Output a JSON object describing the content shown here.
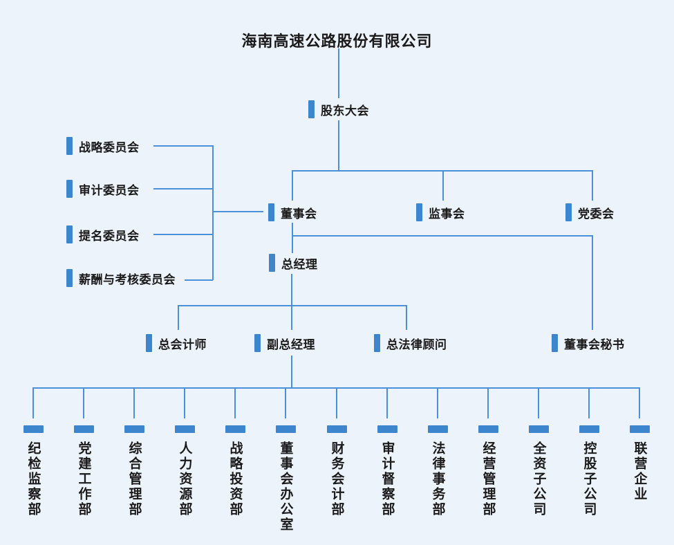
{
  "title": "海南高速公路股份有限公司",
  "colors": {
    "background": "#edf3fa",
    "accent_bar": "#3d86cd",
    "connector_line": "#4a90d9",
    "text": "#1a1a1a"
  },
  "nodes": {
    "shareholders_meeting": "股东大会",
    "board_of_directors": "董事会",
    "supervisory_board": "监事会",
    "party_committee": "党委会",
    "general_manager": "总经理",
    "chief_accountant": "总会计师",
    "deputy_general_manager": "副总经理",
    "chief_legal_counsel": "总法律顾问",
    "board_secretary": "董事会秘书"
  },
  "committees": [
    "战略委员会",
    "审计委员会",
    "提名委员会",
    "薪酬与考核委员会"
  ],
  "departments": [
    "纪检监察部",
    "党建工作部",
    "综合管理部",
    "人力资源部",
    "战略投资部",
    "董事会办公室",
    "财务会计部",
    "审计督察部",
    "法律事务部",
    "经营管理部",
    "全资子公司",
    "控股子公司",
    "联营企业"
  ]
}
